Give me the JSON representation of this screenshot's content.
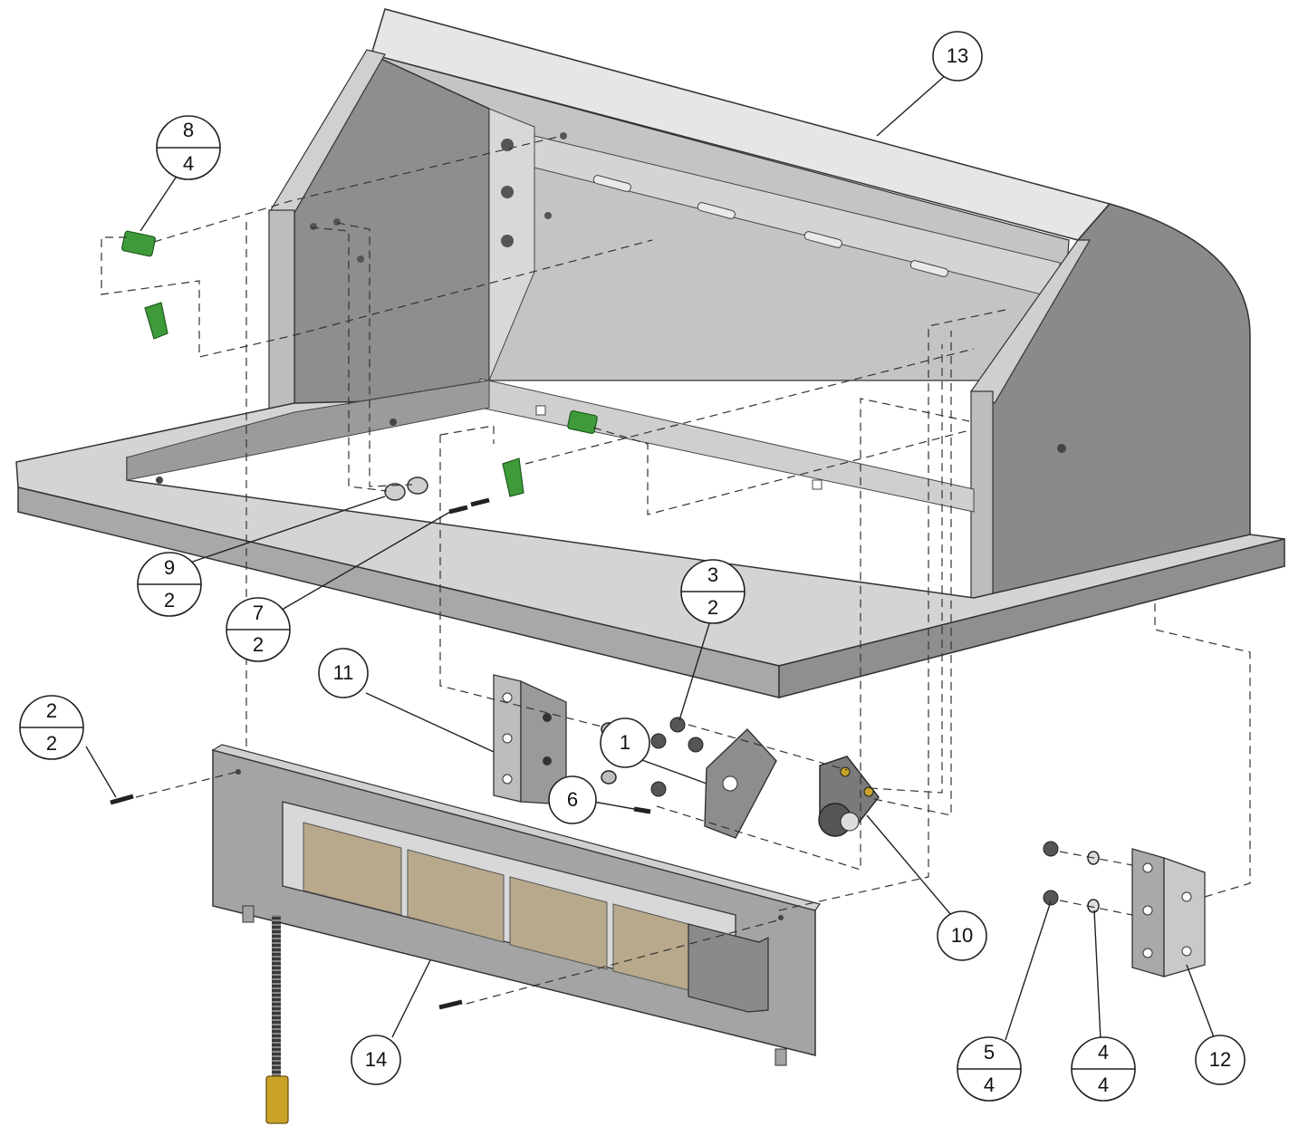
{
  "callouts": [
    {
      "id": "c13",
      "part": "13"
    },
    {
      "id": "c8",
      "part": "8",
      "qty": "4"
    },
    {
      "id": "c9",
      "part": "9",
      "qty": "2"
    },
    {
      "id": "c7",
      "part": "7",
      "qty": "2"
    },
    {
      "id": "c3",
      "part": "3",
      "qty": "2"
    },
    {
      "id": "c11",
      "part": "11"
    },
    {
      "id": "c2",
      "part": "2",
      "qty": "2"
    },
    {
      "id": "c1",
      "part": "1"
    },
    {
      "id": "c6",
      "part": "6"
    },
    {
      "id": "c10",
      "part": "10"
    },
    {
      "id": "c14",
      "part": "14"
    },
    {
      "id": "c5",
      "part": "5",
      "qty": "4"
    },
    {
      "id": "c4",
      "part": "4",
      "qty": "4"
    },
    {
      "id": "c12",
      "part": "12"
    }
  ],
  "colors": {
    "steel_light": "#d9d9d9",
    "steel_mid": "#b8b8b8",
    "steel_dark": "#7d7d7d",
    "interior": "#9a9a9a",
    "clip_green": "#3f9b3a",
    "brass": "#c9a227",
    "outline": "#333333"
  }
}
